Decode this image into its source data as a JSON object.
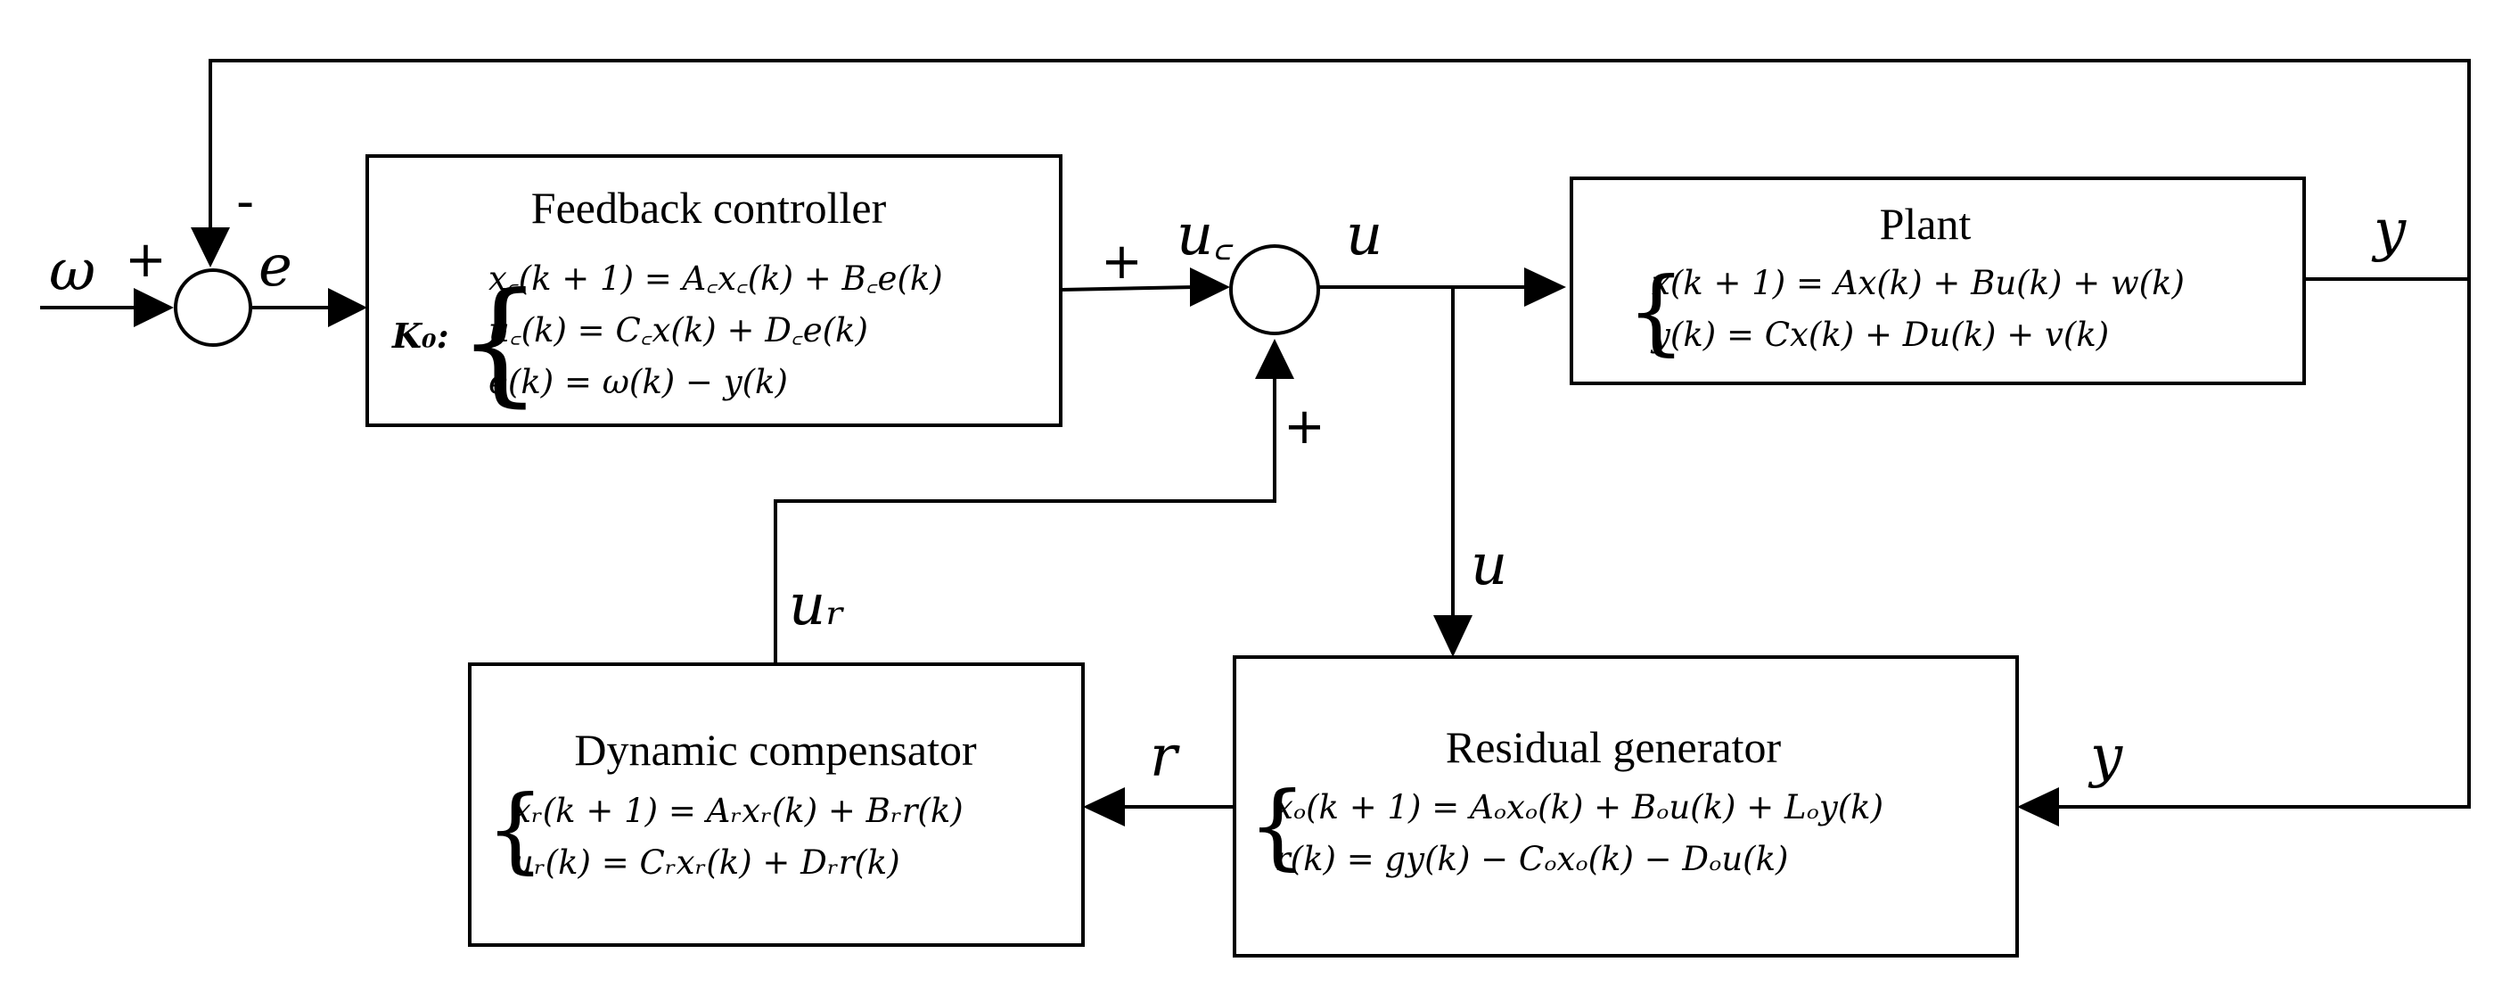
{
  "blocks": {
    "feedback_controller": {
      "title": "Feedback controller",
      "label": "K₀:",
      "equations": [
        "x꜀(k + 1) = A꜀x꜀(k) + B꜀e(k)",
        "u꜀(k) = C꜀x(k) + D꜀e(k)",
        "e(k) = ω(k) − y(k)"
      ]
    },
    "plant": {
      "title": "Plant",
      "equations": [
        "x(k + 1) = Ax(k) + Bu(k) + w(k)",
        "y(k) = Cx(k) + Du(k) + v(k)"
      ]
    },
    "residual_generator": {
      "title": "Residual generator",
      "equations": [
        "xₒ(k + 1) = Aₒxₒ(k) + Bₒu(k) + Lₒy(k)",
        "r(k) = gy(k) − Cₒxₒ(k) − Dₒu(k)"
      ]
    },
    "dynamic_compensator": {
      "title": "Dynamic compensator",
      "equations": [
        "xᵣ(k + 1) = Aᵣxᵣ(k) + Bᵣr(k)",
        "uᵣ(k) = Cᵣxᵣ(k) + Dᵣr(k)"
      ]
    }
  },
  "signals": {
    "omega": "ω",
    "e": "e",
    "uc": "u꜀",
    "u_top": "u",
    "u_branch": "u",
    "y_out": "y",
    "y_feedback": "y",
    "r": "r",
    "ur": "uᵣ"
  },
  "signs": {
    "sum1_plus": "+",
    "sum1_minus": "-",
    "sum2_plus_left": "+",
    "sum2_plus_bottom": "+"
  }
}
